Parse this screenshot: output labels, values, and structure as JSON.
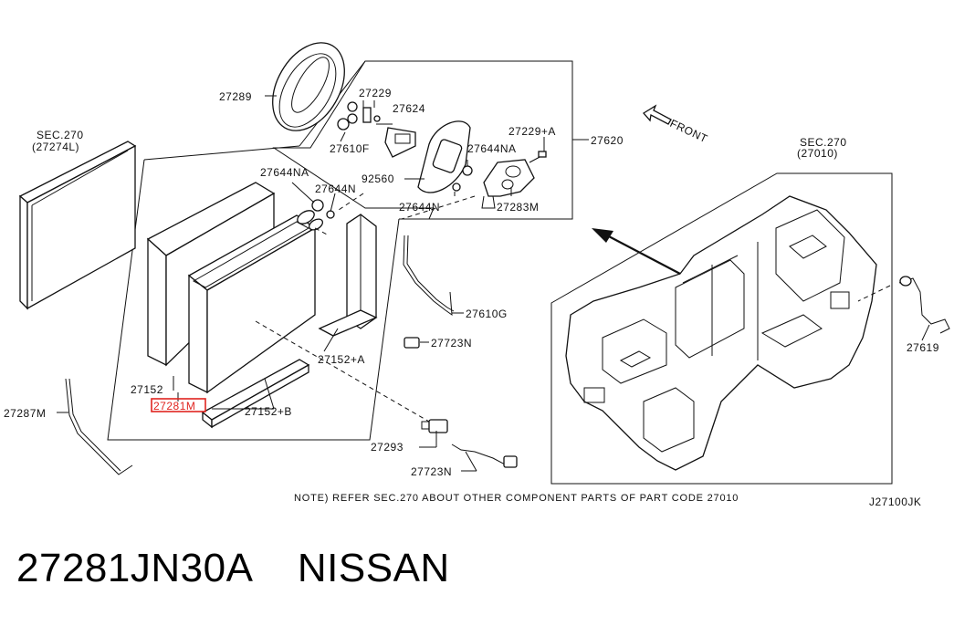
{
  "labels": {
    "p27289": "27289",
    "p27229": "27229",
    "p27624": "27624",
    "p27610F": "27610F",
    "p27229A": "27229+A",
    "p27620": "27620",
    "p27644NA_top": "27644NA",
    "p92560": "92560",
    "p27644N_top": "27644N",
    "p27283M": "27283M",
    "front": "FRONT",
    "sec270_left": "SEC.270",
    "sec270_left_sub": "(27274L)",
    "p27644NA": "27644NA",
    "p27644N": "27644N",
    "sec270_right": "SEC.270",
    "sec270_right_sub": "(27010)",
    "p27610G": "27610G",
    "p27723N_a": "27723N",
    "p27152A": "27152+A",
    "p27152": "27152",
    "p27281M": "27281M",
    "p27152B": "27152+B",
    "p27287M": "27287M",
    "p27293": "27293",
    "p27723N_b": "27723N",
    "p27619": "27619"
  },
  "note": "NOTE) REFER SEC.270 ABOUT OTHER COMPONENT PARTS OF PART CODE 27010",
  "diagram_code": "J27100JK",
  "part_footer": "27281JN30A    NISSAN",
  "highlight_color": "#e0241f"
}
